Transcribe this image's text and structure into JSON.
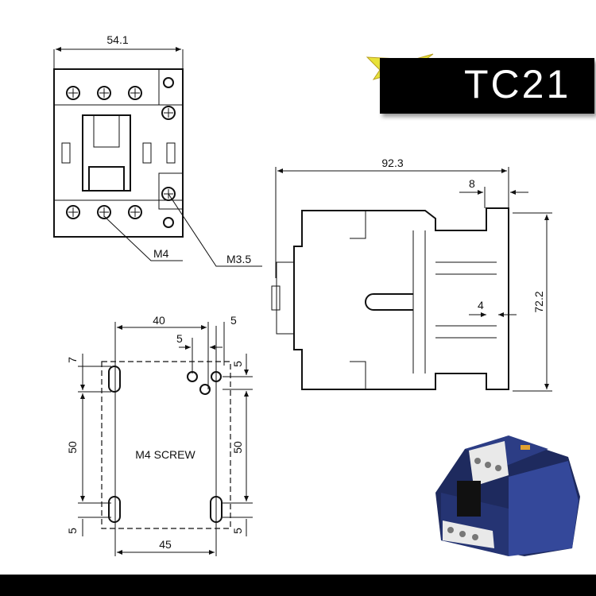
{
  "product": {
    "model": "TC21"
  },
  "front_view": {
    "width_label": "54.1",
    "screw_label_1": "M4",
    "screw_label_2": "M3.5"
  },
  "side_view": {
    "depth_label": "92.3",
    "tab_label": "8",
    "height_label": "72.2",
    "slot_label": "4"
  },
  "mounting": {
    "top_width": "40",
    "top_offset": "5",
    "hole_spacing": "5",
    "left_top": "7",
    "left_mid": "50",
    "left_bottom": "5",
    "right_top": "5",
    "right_mid": "50",
    "right_bottom": "5",
    "bottom_width": "45",
    "screw_note": "M4 SCREW"
  },
  "colors": {
    "brand_bg": "#000000",
    "bolt": "#e8e23a",
    "product_body": "#2a3a78"
  }
}
